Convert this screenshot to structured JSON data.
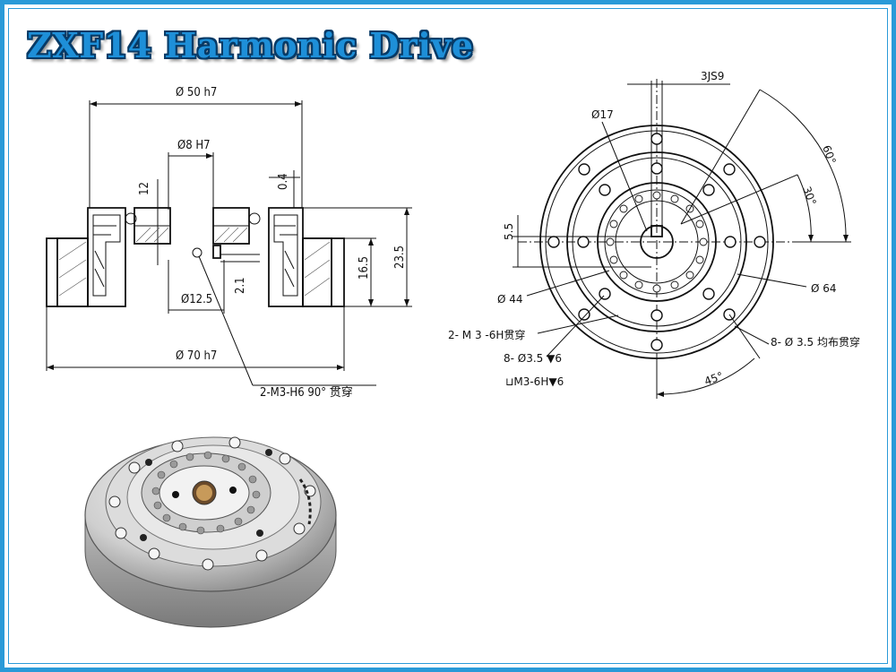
{
  "title": "ZXF14 Harmonic Drive",
  "side_view": {
    "d_50h7": "Ø 50 h7",
    "d_8H7": "Ø8 H7",
    "dim_12": "12",
    "dim_0_4": "0.4",
    "d_12_5": "Ø12.5",
    "dim_2_1": "2.1",
    "dim_16_5": "16.5",
    "dim_23_5": "23.5",
    "d_70h7": "Ø 70 h7",
    "note_m3": "2-M3-H6 90° 贯穿"
  },
  "front_view": {
    "key_3js9": "3JS9",
    "d_17": "Ø17",
    "dim_5_5": "5.5",
    "angle_60": "60°",
    "angle_30": "30°",
    "d_44": "Ø 44",
    "d_64": "Ø 64",
    "note_m3_6h": "2- M 3 -6H贯穿",
    "note_d35": "8- Ø3.5 ▼6",
    "note_m3_6h_v6": "⊔M3-6H▼6",
    "note_8_d35": "8- Ø 3.5 均布贯穿",
    "angle_45": "45°"
  },
  "colors": {
    "frame": "#2a9ad8",
    "title_fill": "#1e8fd8",
    "title_outline": "#073a66"
  }
}
